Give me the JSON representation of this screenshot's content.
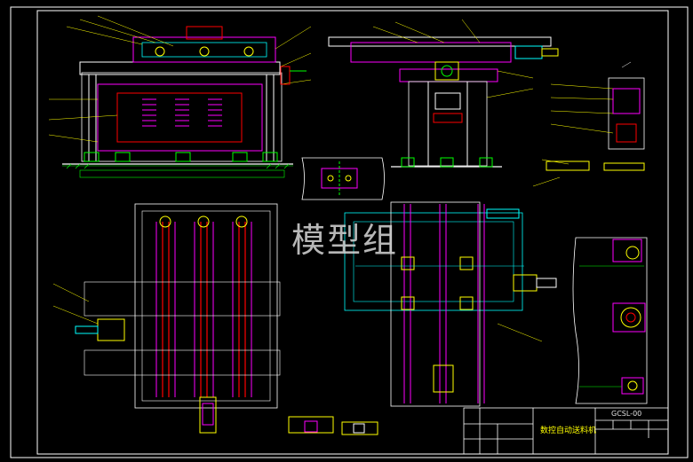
{
  "watermark": "模型组",
  "title_block": {
    "drawing_no": "GCSL-00",
    "drawing_name": "数控自动送料机"
  },
  "colors": {
    "background": "#000000",
    "border": "#ffffff",
    "frame": "#ffffff",
    "part_red": "#ff0000",
    "part_magenta": "#ff00ff",
    "part_green": "#00ff00",
    "part_cyan": "#00ffff",
    "part_yellow": "#ffff00",
    "leader": "#ffff00"
  }
}
